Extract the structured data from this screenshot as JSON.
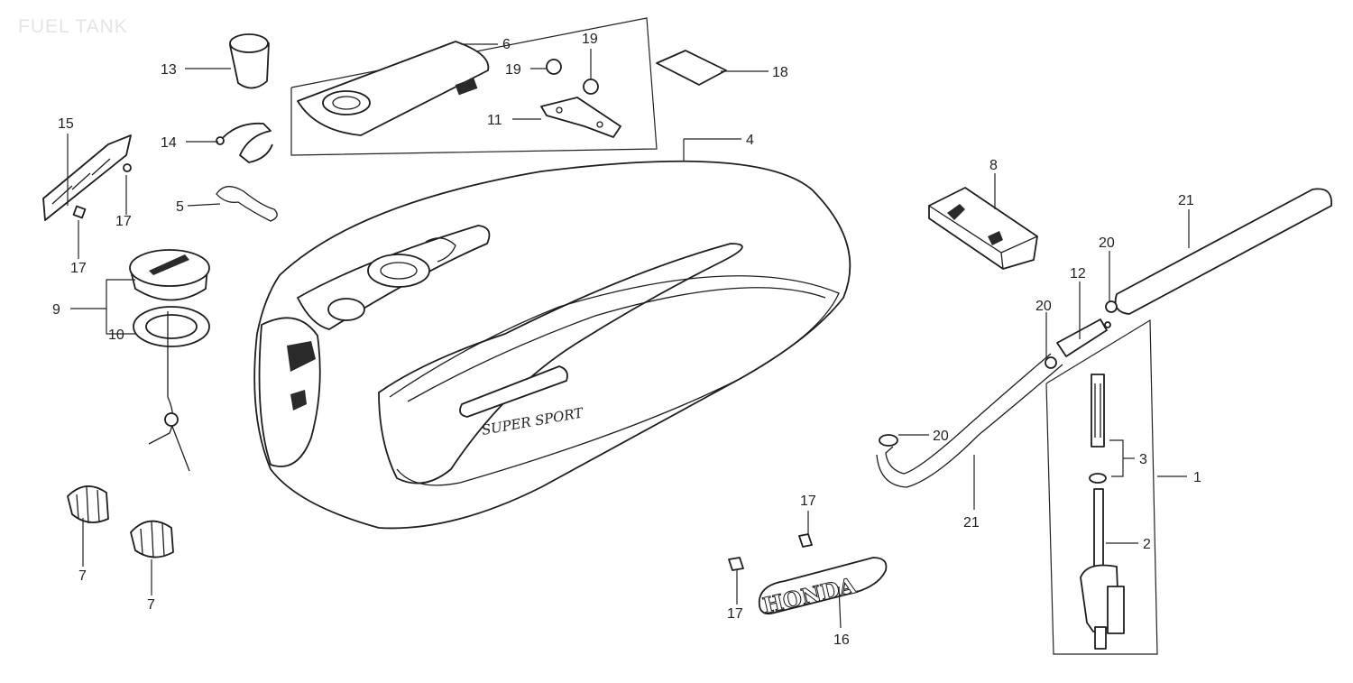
{
  "title": "FUEL TANK",
  "tank_emblem_text": "SUPER SPORT",
  "badge_text": "HONDA",
  "callouts": {
    "c1": "1",
    "c2": "2",
    "c3": "3",
    "c4": "4",
    "c5": "5",
    "c6": "6",
    "c7a": "7",
    "c7b": "7",
    "c8": "8",
    "c9": "9",
    "c10": "10",
    "c11": "11",
    "c12": "12",
    "c13": "13",
    "c14": "14",
    "c15": "15",
    "c16": "16",
    "c17a": "17",
    "c17b": "17",
    "c17c": "17",
    "c17d": "17",
    "c18": "18",
    "c19a": "19",
    "c19b": "19",
    "c20a": "20",
    "c20b": "20",
    "c20c": "20",
    "c21a": "21",
    "c21b": "21"
  }
}
